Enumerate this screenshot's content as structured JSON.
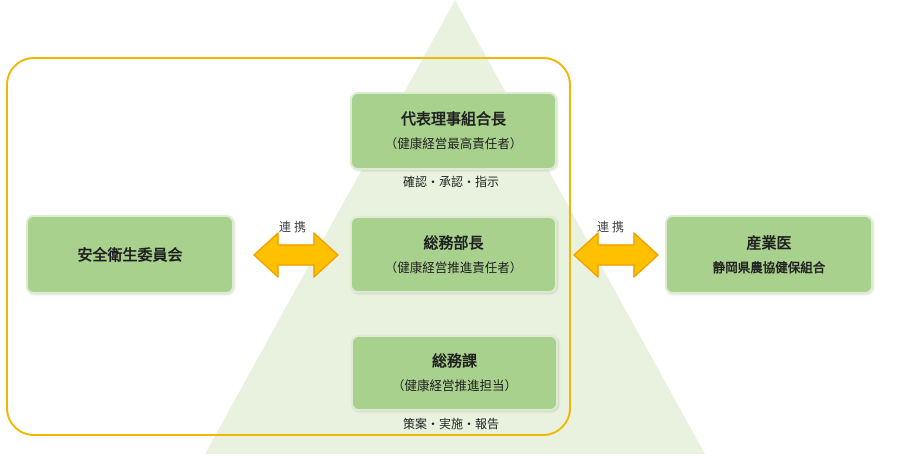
{
  "colors": {
    "triangle": "#e8f2df",
    "frame": "#f2b600",
    "box_fill": "#a9d18e",
    "arrow_fill": "#ffc000",
    "arrow_stroke": "#f0a000"
  },
  "top_box": {
    "title": "代表理事組合長",
    "subtitle": "（健康経営最高責任者）"
  },
  "top_note": "確認・承認・指示",
  "middle_box": {
    "title": "総務部長",
    "subtitle": "（健康経営推進責任者）"
  },
  "bottom_box": {
    "title": "総務課",
    "subtitle": "（健康経営推進担当）"
  },
  "bottom_note": "策案・実施・報告",
  "left_box": {
    "title": "安全衛生委員会"
  },
  "right_box": {
    "title": "産業医",
    "subtitle": "静岡県農協健保組合"
  },
  "left_link_label": "連携",
  "right_link_label": "連携"
}
